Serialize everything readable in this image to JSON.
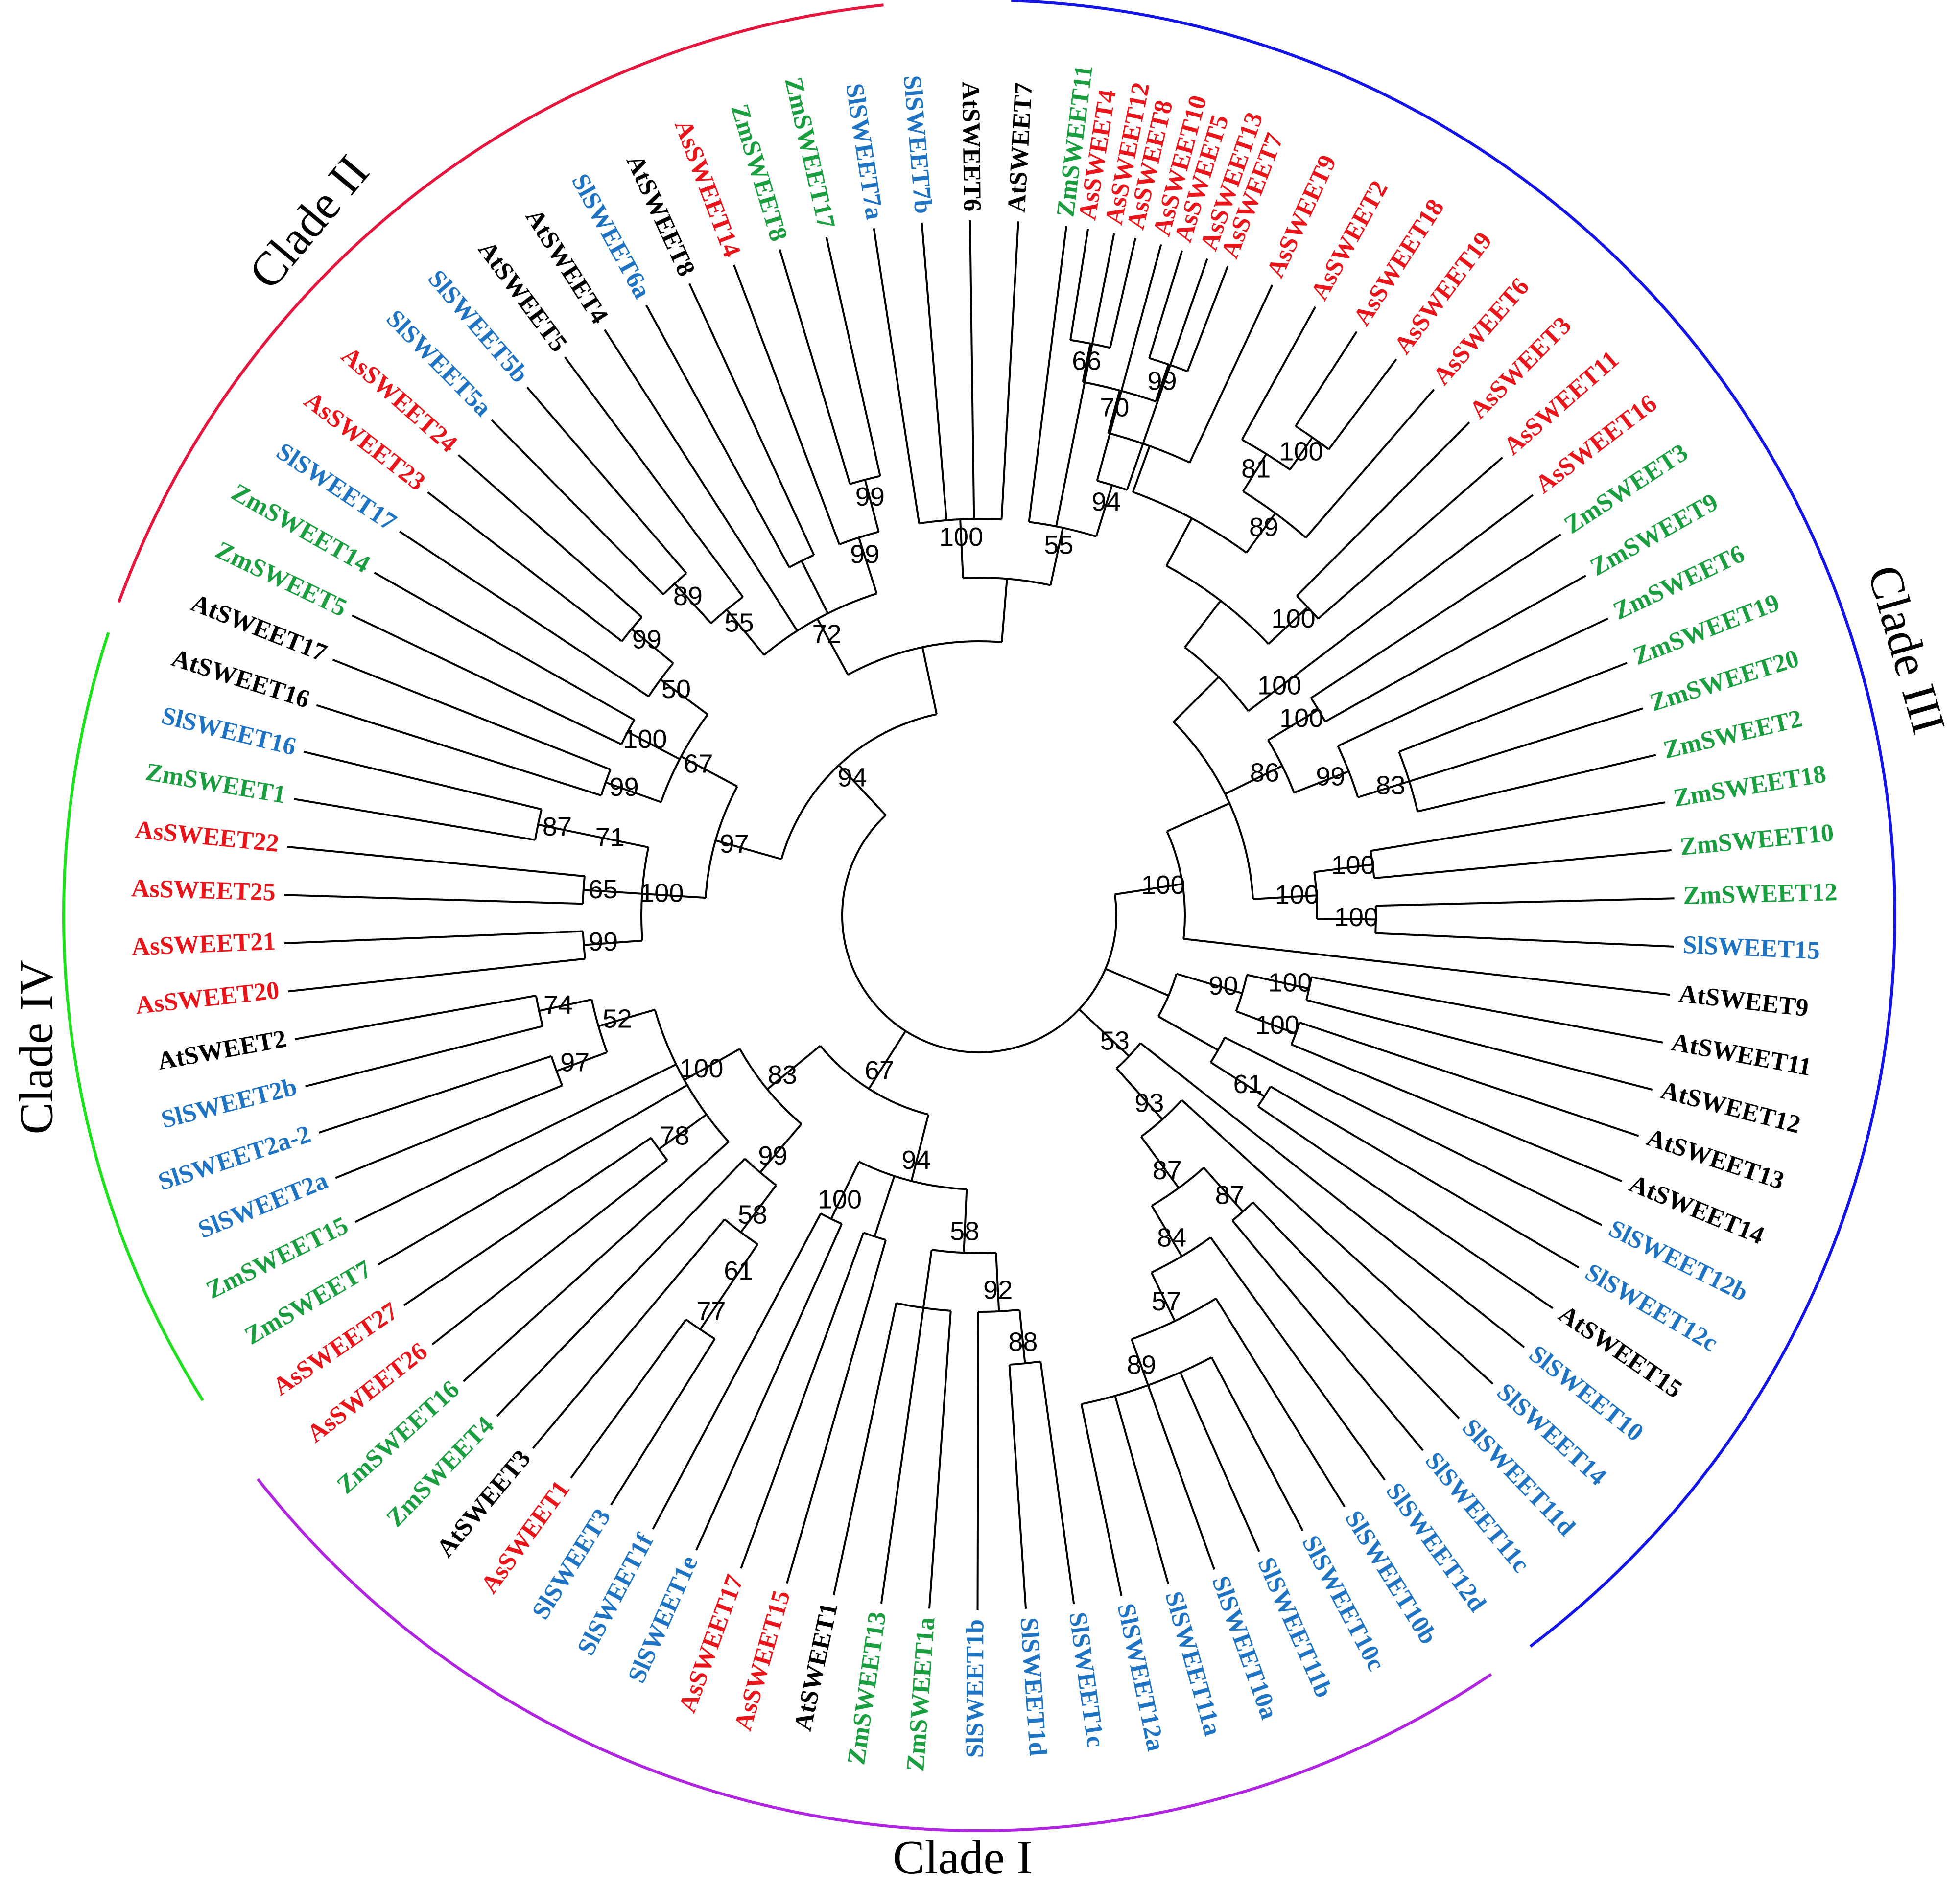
{
  "colors": {
    "As": "#e8151b",
    "Zm": "#1a9e3f",
    "Sl": "#1f73c3",
    "At": "#000000",
    "cladeI": "#b026e0",
    "cladeII": "#e5173f",
    "cladeIII": "#1414e6",
    "cladeIV": "#1ee01e"
  },
  "clades": [
    {
      "label": "Clade I",
      "color": "#b026e0"
    },
    {
      "label": "Clade II",
      "color": "#e5173f"
    },
    {
      "label": "Clade III",
      "color": "#1414e6"
    },
    {
      "label": "Clade IV",
      "color": "#1ee01e"
    }
  ],
  "tree": {
    "b": "",
    "c": [
      {
        "b": "100",
        "c": [
          {
            "b": "",
            "c": [
              {
                "b": "",
                "c": [
                  {
                    "b": "",
                    "c": [
                      {
                        "b": "",
                        "c": [
                          {
                            "b": "",
                            "c": [
                              {
                                "b": "70",
                                "c": [
                                  {
                                    "b": "66",
                                    "c": [
                                      {
                                        "n": "AsSWEET4"
                                      },
                                      {
                                        "n": "AsSWEET8"
                                      }
                                    ]
                                  },
                                  {
                                    "b": "99",
                                    "c": [
                                      {
                                        "n": "AsSWEET5"
                                      },
                                      {
                                        "n": "AsSWEET7"
                                      }
                                    ]
                                  }
                                ]
                              },
                              {
                                "n": "AsSWEET9"
                              }
                            ]
                          },
                          {
                            "b": "89",
                            "c": [
                              {
                                "b": "81",
                                "c": [
                                  {
                                    "n": "AsSWEET2"
                                  },
                                  {
                                    "b": "100",
                                    "c": [
                                      {
                                        "n": "AsSWEET18"
                                      },
                                      {
                                        "n": "AsSWEET19"
                                      }
                                    ]
                                  }
                                ]
                              },
                              {
                                "n": "AsSWEET6"
                              }
                            ]
                          }
                        ]
                      },
                      {
                        "b": "100",
                        "c": [
                          {
                            "n": "AsSWEET3"
                          },
                          {
                            "n": "AsSWEET11"
                          }
                        ]
                      }
                    ]
                  },
                  {
                    "b": "100",
                    "c": [
                      {
                        "n": "AsSWEET16"
                      }
                    ]
                  }
                ]
              },
              {
                "b": "86",
                "c": [
                  {
                    "b": "100",
                    "c": [
                      {
                        "n": "ZmSWEET3"
                      },
                      {
                        "n": "ZmSWEET9"
                      }
                    ]
                  },
                  {
                    "b": "99",
                    "c": [
                      {
                        "n": "ZmSWEET6"
                      },
                      {
                        "b": "83",
                        "c": [
                          {
                            "n": "ZmSWEET19"
                          },
                          {
                            "n": "ZmSWEET20"
                          },
                          {
                            "n": "ZmSWEET2"
                          }
                        ]
                      }
                    ]
                  }
                ]
              },
              {
                "b": "100",
                "c": [
                  {
                    "b": "100",
                    "c": [
                      {
                        "n": "ZmSWEET18"
                      },
                      {
                        "n": "ZmSWEET10"
                      }
                    ]
                  },
                  {
                    "b": "100",
                    "c": [
                      {
                        "n": "ZmSWEET12"
                      },
                      {
                        "n": "SlSWEET15"
                      }
                    ]
                  }
                ]
              }
            ]
          },
          {
            "n": "AtSWEET9"
          }
        ]
      },
      {
        "b": "",
        "c": [
          {
            "b": "90",
            "c": [
              {
                "b": "100",
                "c": [
                  {
                    "n": "AtSWEET11"
                  },
                  {
                    "n": "AtSWEET12"
                  }
                ]
              },
              {
                "b": "100",
                "c": [
                  {
                    "n": "AtSWEET13"
                  },
                  {
                    "n": "AtSWEET14"
                  }
                ]
              }
            ]
          },
          {
            "b": "",
            "c": [
              {
                "n": "SlSWEET12b"
              },
              {
                "b": "61",
                "c": [
                  {
                    "n": "SlSWEET12c"
                  },
                  {
                    "n": "AtSWEET15"
                  }
                ]
              }
            ]
          }
        ]
      },
      {
        "b": "53",
        "c": [
          {
            "n": "SlSWEET10"
          },
          {
            "b": "93",
            "c": [
              {
                "n": "SlSWEET14"
              },
              {
                "b": "87",
                "c": [
                  {
                    "b": "87",
                    "c": [
                      {
                        "n": "SlSWEET11d"
                      },
                      {
                        "n": "SlSWEET11c"
                      }
                    ]
                  },
                  {
                    "b": "84",
                    "c": [
                      {
                        "n": "SlSWEET12d"
                      },
                      {
                        "b": "57",
                        "c": [
                          {
                            "n": "SlSWEET10b"
                          },
                          {
                            "b": "89",
                            "c": [
                              {
                                "n": "SlSWEET10c"
                              },
                              {
                                "n": "SlSWEET11b"
                              },
                              {
                                "n": "SlSWEET10a"
                              },
                              {
                                "n": "SlSWEET11a"
                              },
                              {
                                "n": "SlSWEET12a"
                              }
                            ]
                          }
                        ]
                      }
                    ]
                  }
                ]
              }
            ]
          }
        ]
      },
      {
        "b": "67",
        "c": [
          {
            "b": "94",
            "c": [
              {
                "b": "58",
                "c": [
                  {
                    "b": "92",
                    "c": [
                      {
                        "b": "88",
                        "c": [
                          {
                            "n": "SlSWEET1c"
                          },
                          {
                            "n": "SlSWEET1d"
                          }
                        ]
                      },
                      {
                        "n": "SlSWEET1b"
                      }
                    ]
                  },
                  {
                    "b": "",
                    "c": [
                      {
                        "n": "ZmSWEET1a"
                      },
                      {
                        "n": "ZmSWEET13"
                      },
                      {
                        "n": "AtSWEET1"
                      }
                    ]
                  }
                ]
              },
              {
                "b": "",
                "c": [
                  {
                    "n": "AsSWEET15"
                  },
                  {
                    "n": "AsSWEET17"
                  }
                ]
              },
              {
                "b": "100",
                "c": [
                  {
                    "n": "SlSWEET1e"
                  },
                  {
                    "n": "SlSWEET1f"
                  }
                ]
              }
            ]
          },
          {
            "b": "83",
            "c": [
              {
                "b": "99",
                "c": [
                  {
                    "b": "58",
                    "c": [
                      {
                        "b": "61",
                        "c": [
                          {
                            "b": "77",
                            "c": [
                              {
                                "n": "SlSWEET3"
                              },
                              {
                                "n": "AsSWEET1"
                              }
                            ]
                          }
                        ]
                      },
                      {
                        "n": "AtSWEET3"
                      }
                    ]
                  },
                  {
                    "n": "ZmSWEET4"
                  }
                ]
              },
              {
                "b": "100",
                "c": [
                  {
                    "n": "ZmSWEET16"
                  },
                  {
                    "b": "78",
                    "c": [
                      {
                        "n": "AsSWEET26"
                      },
                      {
                        "n": "AsSWEET27"
                      }
                    ]
                  },
                  {
                    "n": "ZmSWEET7"
                  },
                  {
                    "n": "ZmSWEET15"
                  },
                  {
                    "b": "52",
                    "c": [
                      {
                        "b": "97",
                        "c": [
                          {
                            "n": "SlSWEET2a"
                          },
                          {
                            "n": "SlSWEET2a-2"
                          }
                        ]
                      },
                      {
                        "b": "74",
                        "c": [
                          {
                            "n": "SlSWEET2b"
                          },
                          {
                            "n": "AtSWEET2"
                          }
                        ]
                      }
                    ]
                  }
                ]
              }
            ]
          }
        ]
      },
      {
        "b": "94",
        "c": [
          {
            "b": "97",
            "c": [
              {
                "b": "100",
                "c": [
                  {
                    "b": "99",
                    "c": [
                      {
                        "n": "AsSWEET20"
                      },
                      {
                        "n": "AsSWEET21"
                      }
                    ]
                  },
                  {
                    "b": "65",
                    "c": [
                      {
                        "n": "AsSWEET25"
                      },
                      {
                        "n": "AsSWEET22"
                      }
                    ]
                  },
                  {
                    "b": "71",
                    "c": [
                      {
                        "b": "87",
                        "c": [
                          {
                            "n": "ZmSWEET1"
                          },
                          {
                            "n": "SlSWEET16"
                          }
                        ]
                      }
                    ]
                  }
                ]
              },
              {
                "b": "67",
                "c": [
                  {
                    "b": "99",
                    "c": [
                      {
                        "n": "AtSWEET16"
                      },
                      {
                        "n": "AtSWEET17"
                      }
                    ]
                  },
                  {
                    "b": "100",
                    "c": [
                      {
                        "n": "ZmSWEET5"
                      },
                      {
                        "n": "ZmSWEET14"
                      }
                    ]
                  },
                  {
                    "b": "50",
                    "c": [
                      {
                        "n": "SlSWEET17"
                      },
                      {
                        "b": "99",
                        "c": [
                          {
                            "n": "AsSWEET23"
                          },
                          {
                            "n": "AsSWEET24"
                          }
                        ]
                      }
                    ]
                  }
                ]
              }
            ]
          },
          {
            "b": "",
            "c": [
              {
                "b": "72",
                "c": [
                  {
                    "b": "55",
                    "c": [
                      {
                        "b": "89",
                        "c": [
                          {
                            "n": "SlSWEET5a"
                          },
                          {
                            "n": "SlSWEET5b"
                          }
                        ]
                      },
                      {
                        "n": "AtSWEET5"
                      }
                    ]
                  },
                  {
                    "n": "AtSWEET4"
                  },
                  {
                    "b": "",
                    "c": [
                      {
                        "n": "SlSWEET6a"
                      },
                      {
                        "n": "AtSWEET8"
                      }
                    ]
                  },
                  {
                    "b": "99",
                    "c": [
                      {
                        "n": "AsSWEET14"
                      },
                      {
                        "b": "99",
                        "c": [
                          {
                            "n": "ZmSWEET8"
                          },
                          {
                            "n": "ZmSWEET17"
                          }
                        ]
                      }
                    ]
                  }
                ]
              },
              {
                "b": "",
                "c": [
                  {
                    "b": "100",
                    "c": [
                      {
                        "n": "SlSWEET7a"
                      },
                      {
                        "n": "SlSWEET7b"
                      },
                      {
                        "n": "AtSWEET6"
                      },
                      {
                        "n": "AtSWEET7"
                      }
                    ]
                  },
                  {
                    "b": "55",
                    "c": [
                      {
                        "n": "ZmSWEET11"
                      },
                      {
                        "n": "AsSWEET12"
                      },
                      {
                        "b": "94",
                        "c": [
                          {
                            "n": "AsSWEET10"
                          },
                          {
                            "n": "AsSWEET13"
                          }
                        ]
                      }
                    ]
                  }
                ]
              }
            ]
          }
        ]
      }
    ]
  }
}
